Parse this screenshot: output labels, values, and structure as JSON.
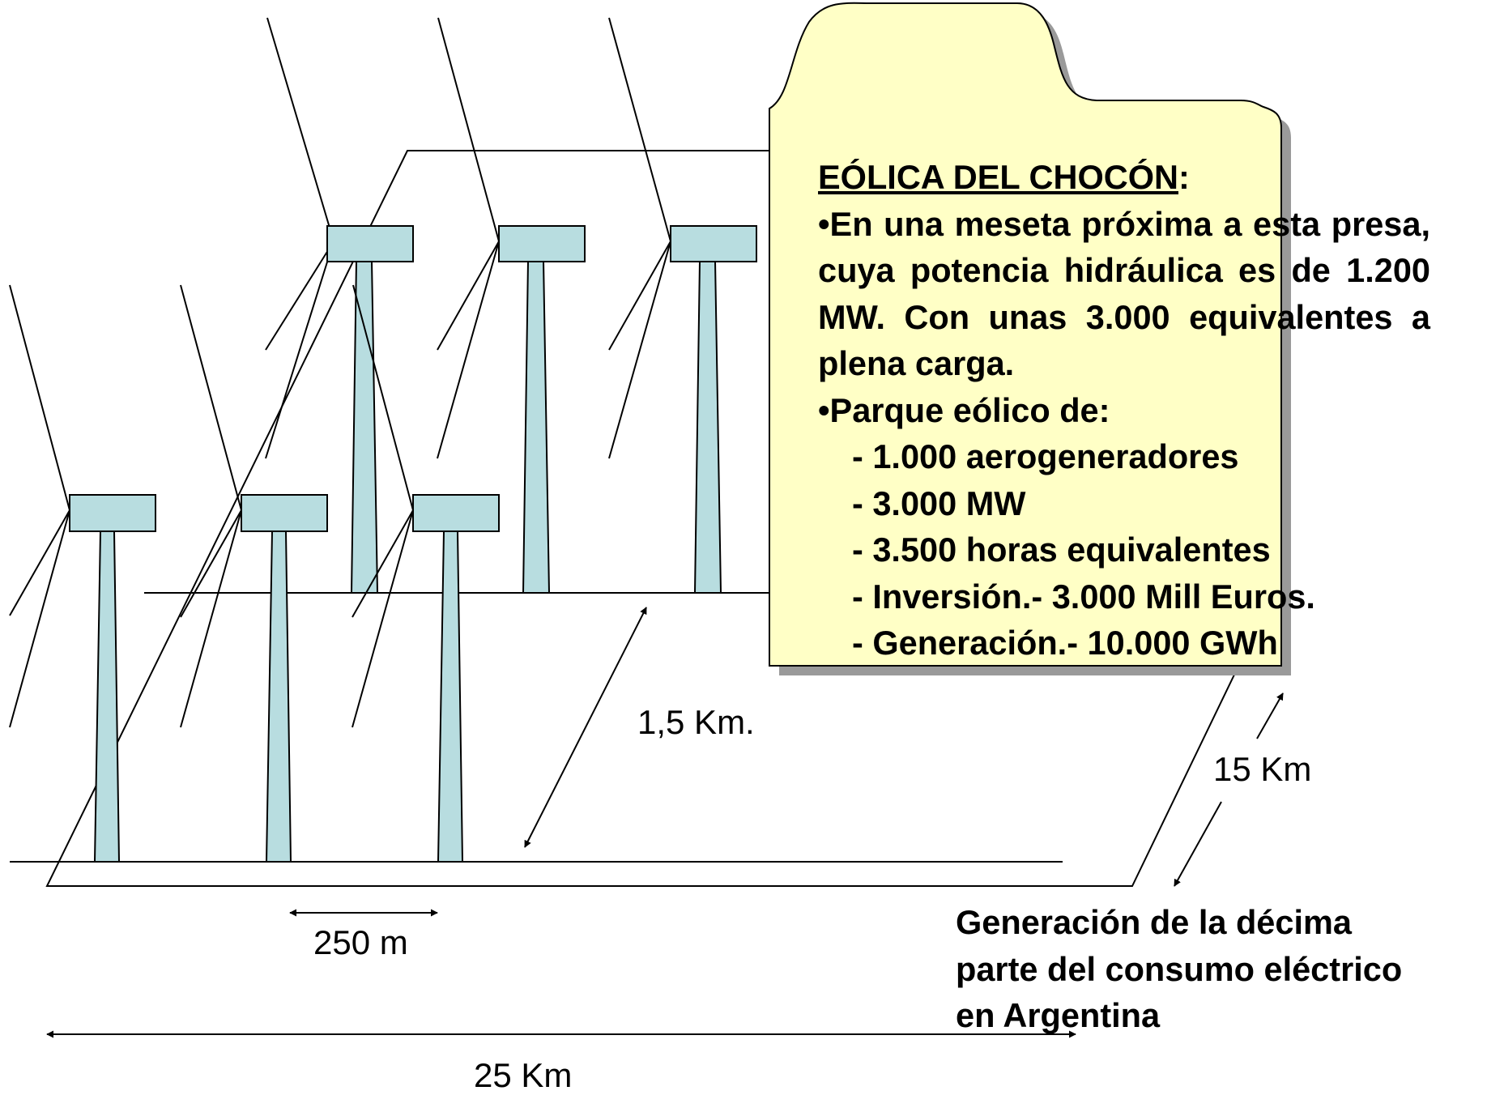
{
  "note": {
    "title": "EÓLICA DEL CHOCÓN",
    "title_suffix": ":",
    "paragraph1": "•En una meseta próxima a esta presa, cuya potencia hidráulica es de 1.200 MW. Con unas 3.000 equivalentes a plena carga.",
    "paragraph2": "•Parque eólico de:",
    "items": [
      "- 1.000 aerogeneradores",
      "- 3.000 MW",
      "- 3.500 horas equivalentes",
      "- Inversión.- 3.000 Mill Euros.",
      "- Generación.- 10.000 GWh"
    ]
  },
  "dimensions": {
    "depth": "1,5 Km.",
    "width": "15 Km",
    "spacing": "250 m",
    "length": "25 Km"
  },
  "footer": {
    "lines": [
      "Generación de la décima",
      "parte del consumo eléctrico",
      "en Argentina"
    ]
  },
  "colors": {
    "turbine": "#b8dde0",
    "note_fill": "#ffffc6",
    "note_shadow": "#9a9a9a",
    "line": "#000000"
  }
}
